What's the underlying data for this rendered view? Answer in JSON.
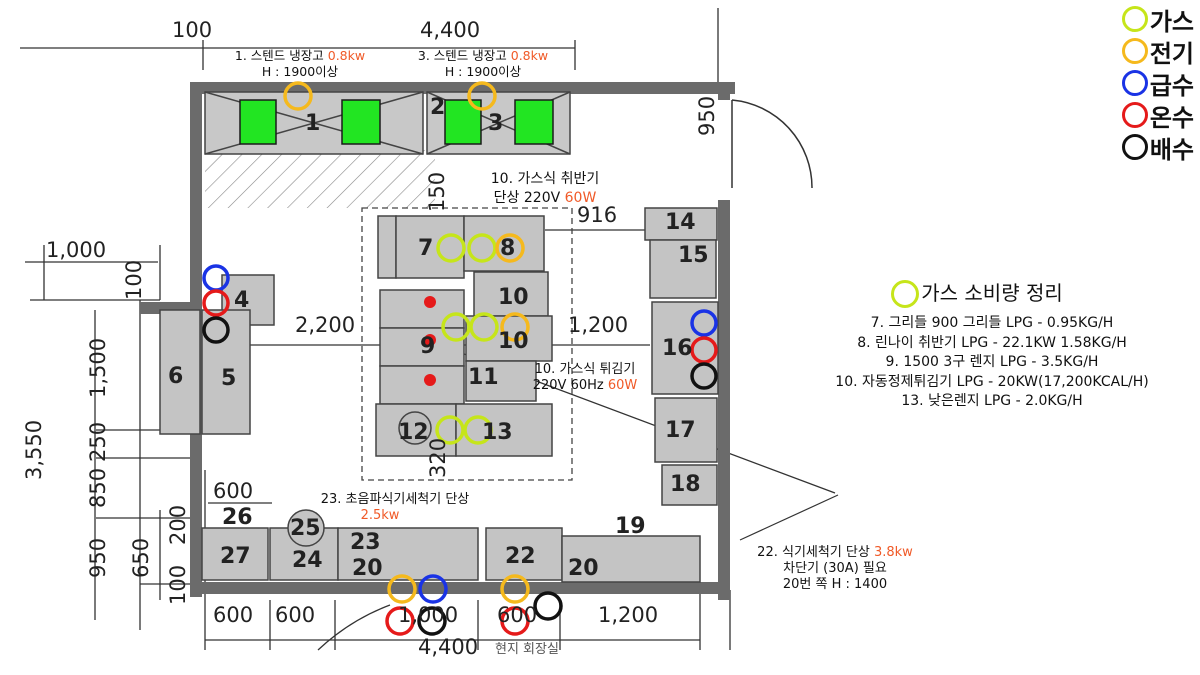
{
  "legend": [
    {
      "label": "가스",
      "color": "#c6e51a"
    },
    {
      "label": "전기",
      "color": "#f5b91d"
    },
    {
      "label": "급수",
      "color": "#1a33e5"
    },
    {
      "label": "온수",
      "color": "#e51a1a"
    },
    {
      "label": "배수",
      "color": "#111111"
    }
  ],
  "gas_summary": {
    "title": "가스 소비량 정리",
    "lines": [
      "7. 그리들 900 그리들 LPG - 0.95KG/H",
      "8. 린나이 취반기 LPG - 22.1KW 1.58KG/H",
      "9. 1500 3구 렌지 LPG - 3.5KG/H",
      "10. 자동정제튀김기 LPG - 20KW(17,200KCAL/H)",
      "13. 낮은렌지 LPG - 2.0KG/H"
    ]
  },
  "notes": {
    "fridge1": {
      "name": "1. 스텐드 냉장고",
      "power": "0.8kw",
      "height": "H : 1900이상"
    },
    "fridge3": {
      "name": "3. 스텐드 냉장고",
      "power": "0.8kw",
      "height": "H : 1900이상"
    },
    "rice": {
      "line1": "10. 가스식 취반기",
      "line2": "단상 220V",
      "power": "60W"
    },
    "fryer": {
      "line1": "10. 가스식 튀김기",
      "line2": "220V 60Hz",
      "power": "60W"
    },
    "ultrasonic": {
      "line1": "23.  초음파식기세척기 단상",
      "power": "2.5kw"
    },
    "dishwasher": {
      "line1": "22. 식기세척기 단상",
      "power": "3.8kw",
      "line2": "차단기 (30A) 필요",
      "line3": "20번 쪽 H : 1400"
    }
  },
  "dimensions": {
    "top_100": "100",
    "top_4400": "4,400",
    "d950": "950",
    "d1000": "1,000",
    "d100": "100",
    "d2200": "2,200",
    "d1200_right": "1,200",
    "d916": "916",
    "d150": "150",
    "d1500": "1,500",
    "d3550": "3,550",
    "d250": "250",
    "d850": "850",
    "d600": "600",
    "d200": "200",
    "d950b": "950",
    "d650": "650",
    "d100b": "100",
    "d320": "320",
    "b600a": "600",
    "b600b": "600",
    "b1000": "1,000",
    "b600c": "600",
    "b1200": "1,200",
    "b4400": "4,400",
    "room_label": "현지 회장실"
  },
  "items": [
    "1",
    "2",
    "3",
    "4",
    "5",
    "6",
    "7",
    "8",
    "9",
    "10",
    "10",
    "11",
    "12",
    "13",
    "14",
    "15",
    "16",
    "17",
    "18",
    "19",
    "20",
    "20",
    "22",
    "23",
    "24",
    "25",
    "26",
    "27"
  ]
}
